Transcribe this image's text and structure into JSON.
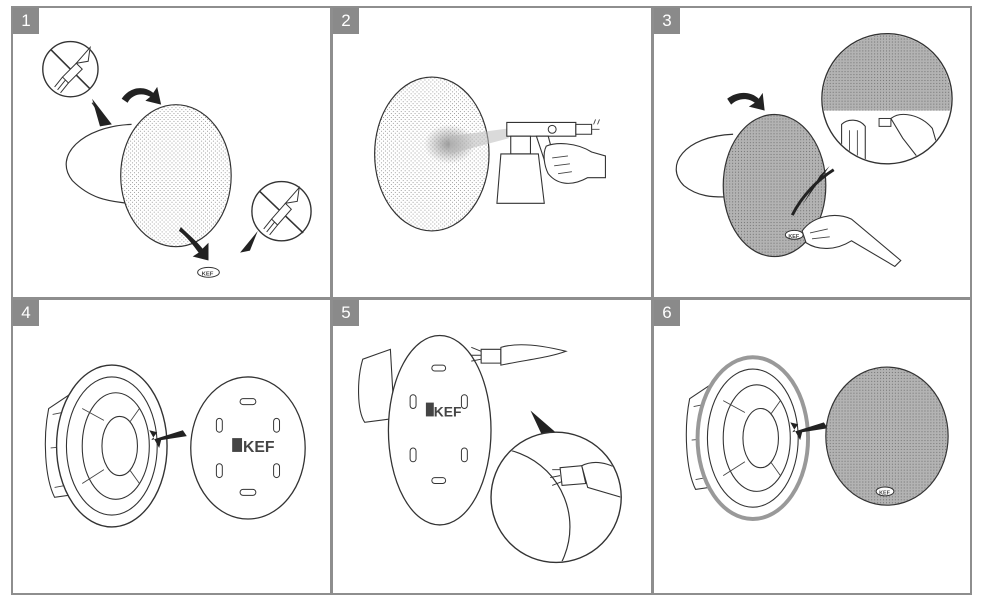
{
  "steps": [
    {
      "number": "1"
    },
    {
      "number": "2"
    },
    {
      "number": "3"
    },
    {
      "number": "4"
    },
    {
      "number": "5"
    },
    {
      "number": "6"
    }
  ],
  "brand": {
    "logo_text": "KEF"
  },
  "colors": {
    "border": "#8e8e8e",
    "badge": "#8a8a8a",
    "mesh": "#9a9a9a",
    "line": "#333333"
  }
}
